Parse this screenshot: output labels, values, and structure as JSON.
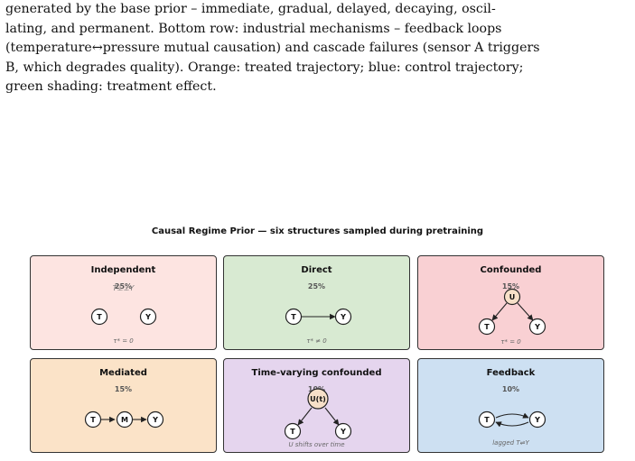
{
  "caption": {
    "lines": [
      "generated by the base prior – immediate, gradual, delayed, decaying, oscil-",
      "lating, and permanent. Bottom row: industrial mechanisms – feedback loops",
      "(temperature↔pressure mutual causation) and cascade failures (sensor A triggers",
      "B, which degrades quality). Orange: treated trajectory; blue: control trajectory;",
      "green shading: treatment effect."
    ]
  },
  "figure": {
    "title": "Causal Regime Prior — six structures sampled during pretraining",
    "panels": [
      {
        "name": "Independent",
        "pct": "25%",
        "subtitle": "T⊥⊥Y",
        "note": "τ* = 0",
        "color": "#fde4e1",
        "nodes": [
          "T",
          "Y"
        ]
      },
      {
        "name": "Direct",
        "pct": "25%",
        "note": "τ* ≠ 0",
        "color": "#d8ead2",
        "nodes": [
          "T",
          "Y"
        ]
      },
      {
        "name": "Confounded",
        "pct": "15%",
        "note": "τ* = 0",
        "color": "#f9d0d3",
        "nodes": [
          "U",
          "T",
          "Y"
        ]
      },
      {
        "name": "Mediated",
        "pct": "15%",
        "color": "#fbe3c8",
        "nodes": [
          "T",
          "M",
          "Y"
        ]
      },
      {
        "name": "Time-varying confounded",
        "pct": "10%",
        "note": "U shifts over time",
        "color": "#e5d5ee",
        "nodes": [
          "U(t)",
          "T",
          "Y"
        ]
      },
      {
        "name": "Feedback",
        "pct": "10%",
        "note": "lagged T⇌Y",
        "color": "#cde0f2",
        "nodes": [
          "T",
          "Y"
        ]
      }
    ]
  },
  "colors": {
    "node_fill": "#ffffff",
    "confounder_fill": "#f7e0c8",
    "stroke": "#222222"
  }
}
